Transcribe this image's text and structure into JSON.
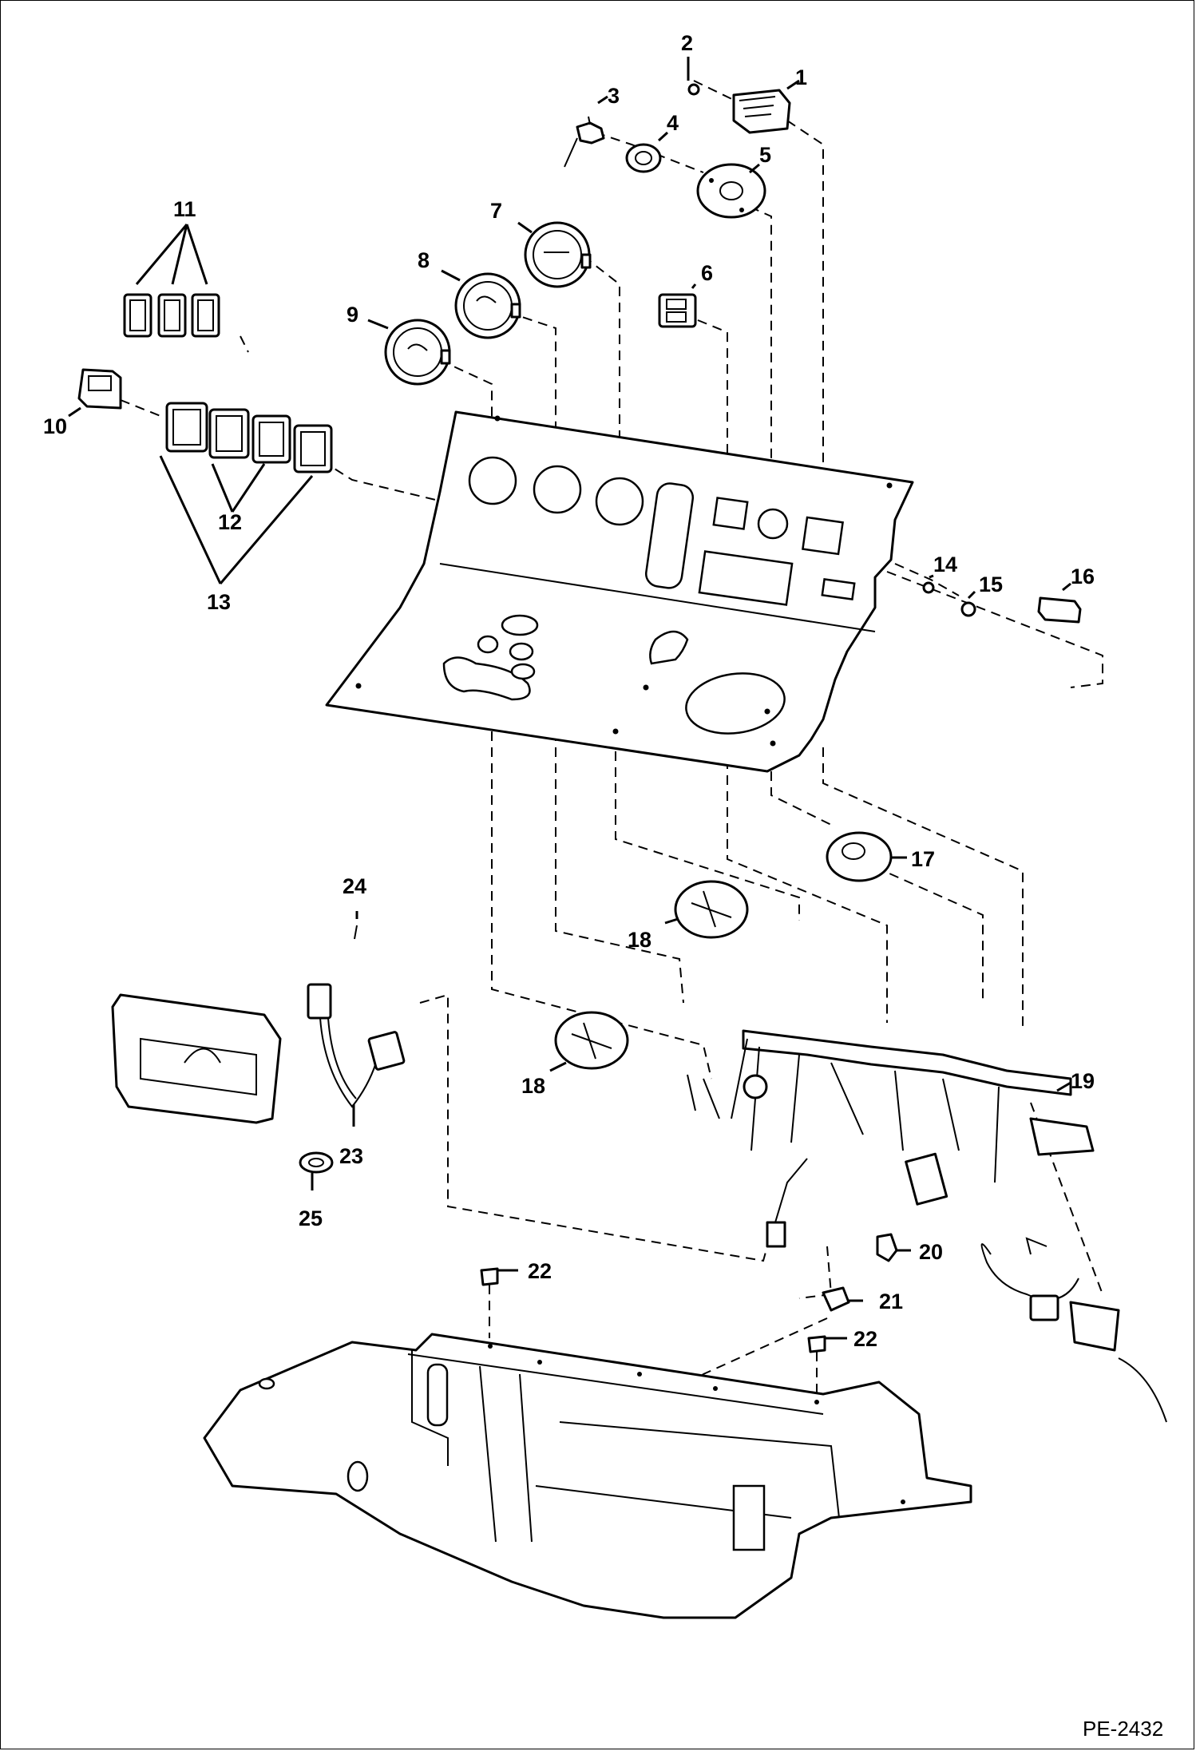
{
  "diagram": {
    "figure_code": "PE-2432",
    "callouts": [
      "1",
      "2",
      "3",
      "4",
      "5",
      "6",
      "7",
      "8",
      "9",
      "10",
      "11",
      "12",
      "13",
      "14",
      "15",
      "16",
      "17",
      "18",
      "18",
      "19",
      "20",
      "21",
      "22",
      "22",
      "23",
      "24",
      "25"
    ]
  }
}
